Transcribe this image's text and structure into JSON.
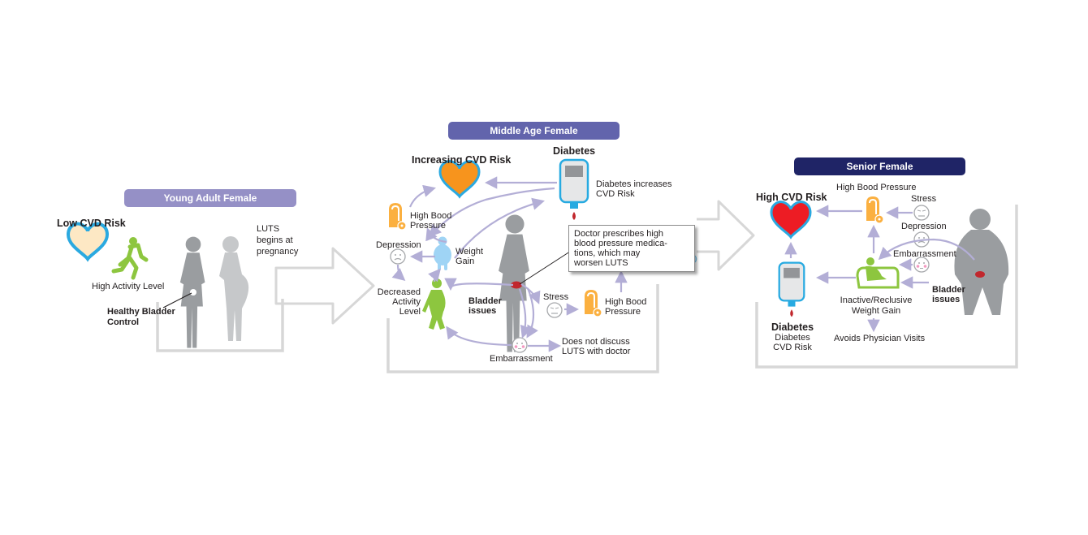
{
  "colors": {
    "young_header": "#9590c6",
    "middle_header": "#6264ac",
    "senior_header": "#1f2466",
    "arrow": "#b3aed6",
    "figure": "#9a9da0",
    "figure_light": "#c6c8ca",
    "bracket": "#d7d7d7",
    "heart_low_fill": "#fde8c4",
    "heart_low_stroke": "#2aa9e0",
    "heart_mid": "#f7941d",
    "heart_high": "#ed1c24",
    "green": "#8dc63f",
    "yellow": "#fbb040",
    "blood": "#c1272d"
  },
  "young": {
    "header": "Young Adult Female",
    "cvd_risk": "Low CVD Risk",
    "activity": "High Activity Level",
    "bladder_line1": "Healthy Bladder",
    "bladder_line2": "Control",
    "luts_line1": "LUTS",
    "luts_line2": "begins at",
    "luts_line3": "pregnancy"
  },
  "middle": {
    "header": "Middle Age Female",
    "cvd_risk": "Increasing CVD Risk",
    "diabetes_title": "Diabetes",
    "diabetes_note_line1": "Diabetes increases",
    "diabetes_note_line2": "CVD Risk",
    "hbp_line1": "High Bood",
    "hbp_line2": "Pressure",
    "depression": "Depression",
    "weight_line1": "Weight",
    "weight_line2": "Gain",
    "activity_line1": "Decreased",
    "activity_line2": "Activity",
    "activity_line3": "Level",
    "bladder_line1": "Bladder",
    "bladder_line2": "issues",
    "stress": "Stress",
    "hbp2_line1": "High Bood",
    "hbp2_line2": "Pressure",
    "embarrassment": "Embarrassment",
    "discuss_line1": "Does not discuss",
    "discuss_line2": "LUTS with doctor",
    "callout_text": "Doctor prescribes high blood pressure medica-tions, which may worsen LUTS"
  },
  "senior": {
    "header": "Senior Female",
    "cvd_risk": "High CVD Risk",
    "hbp": "High Bood Pressure",
    "stress": "Stress",
    "depression": "Depression",
    "embarrassment": "Embarrassment",
    "bladder_line1": "Bladder",
    "bladder_line2": "issues",
    "inactive_line1": "Inactive/Reclusive",
    "inactive_line2": "Weight Gain",
    "avoids": "Avoids Physician Visits",
    "diabetes_title": "Diabetes",
    "diabetes_sub_line1": "Diabetes",
    "diabetes_sub_line2": "CVD Risk"
  }
}
